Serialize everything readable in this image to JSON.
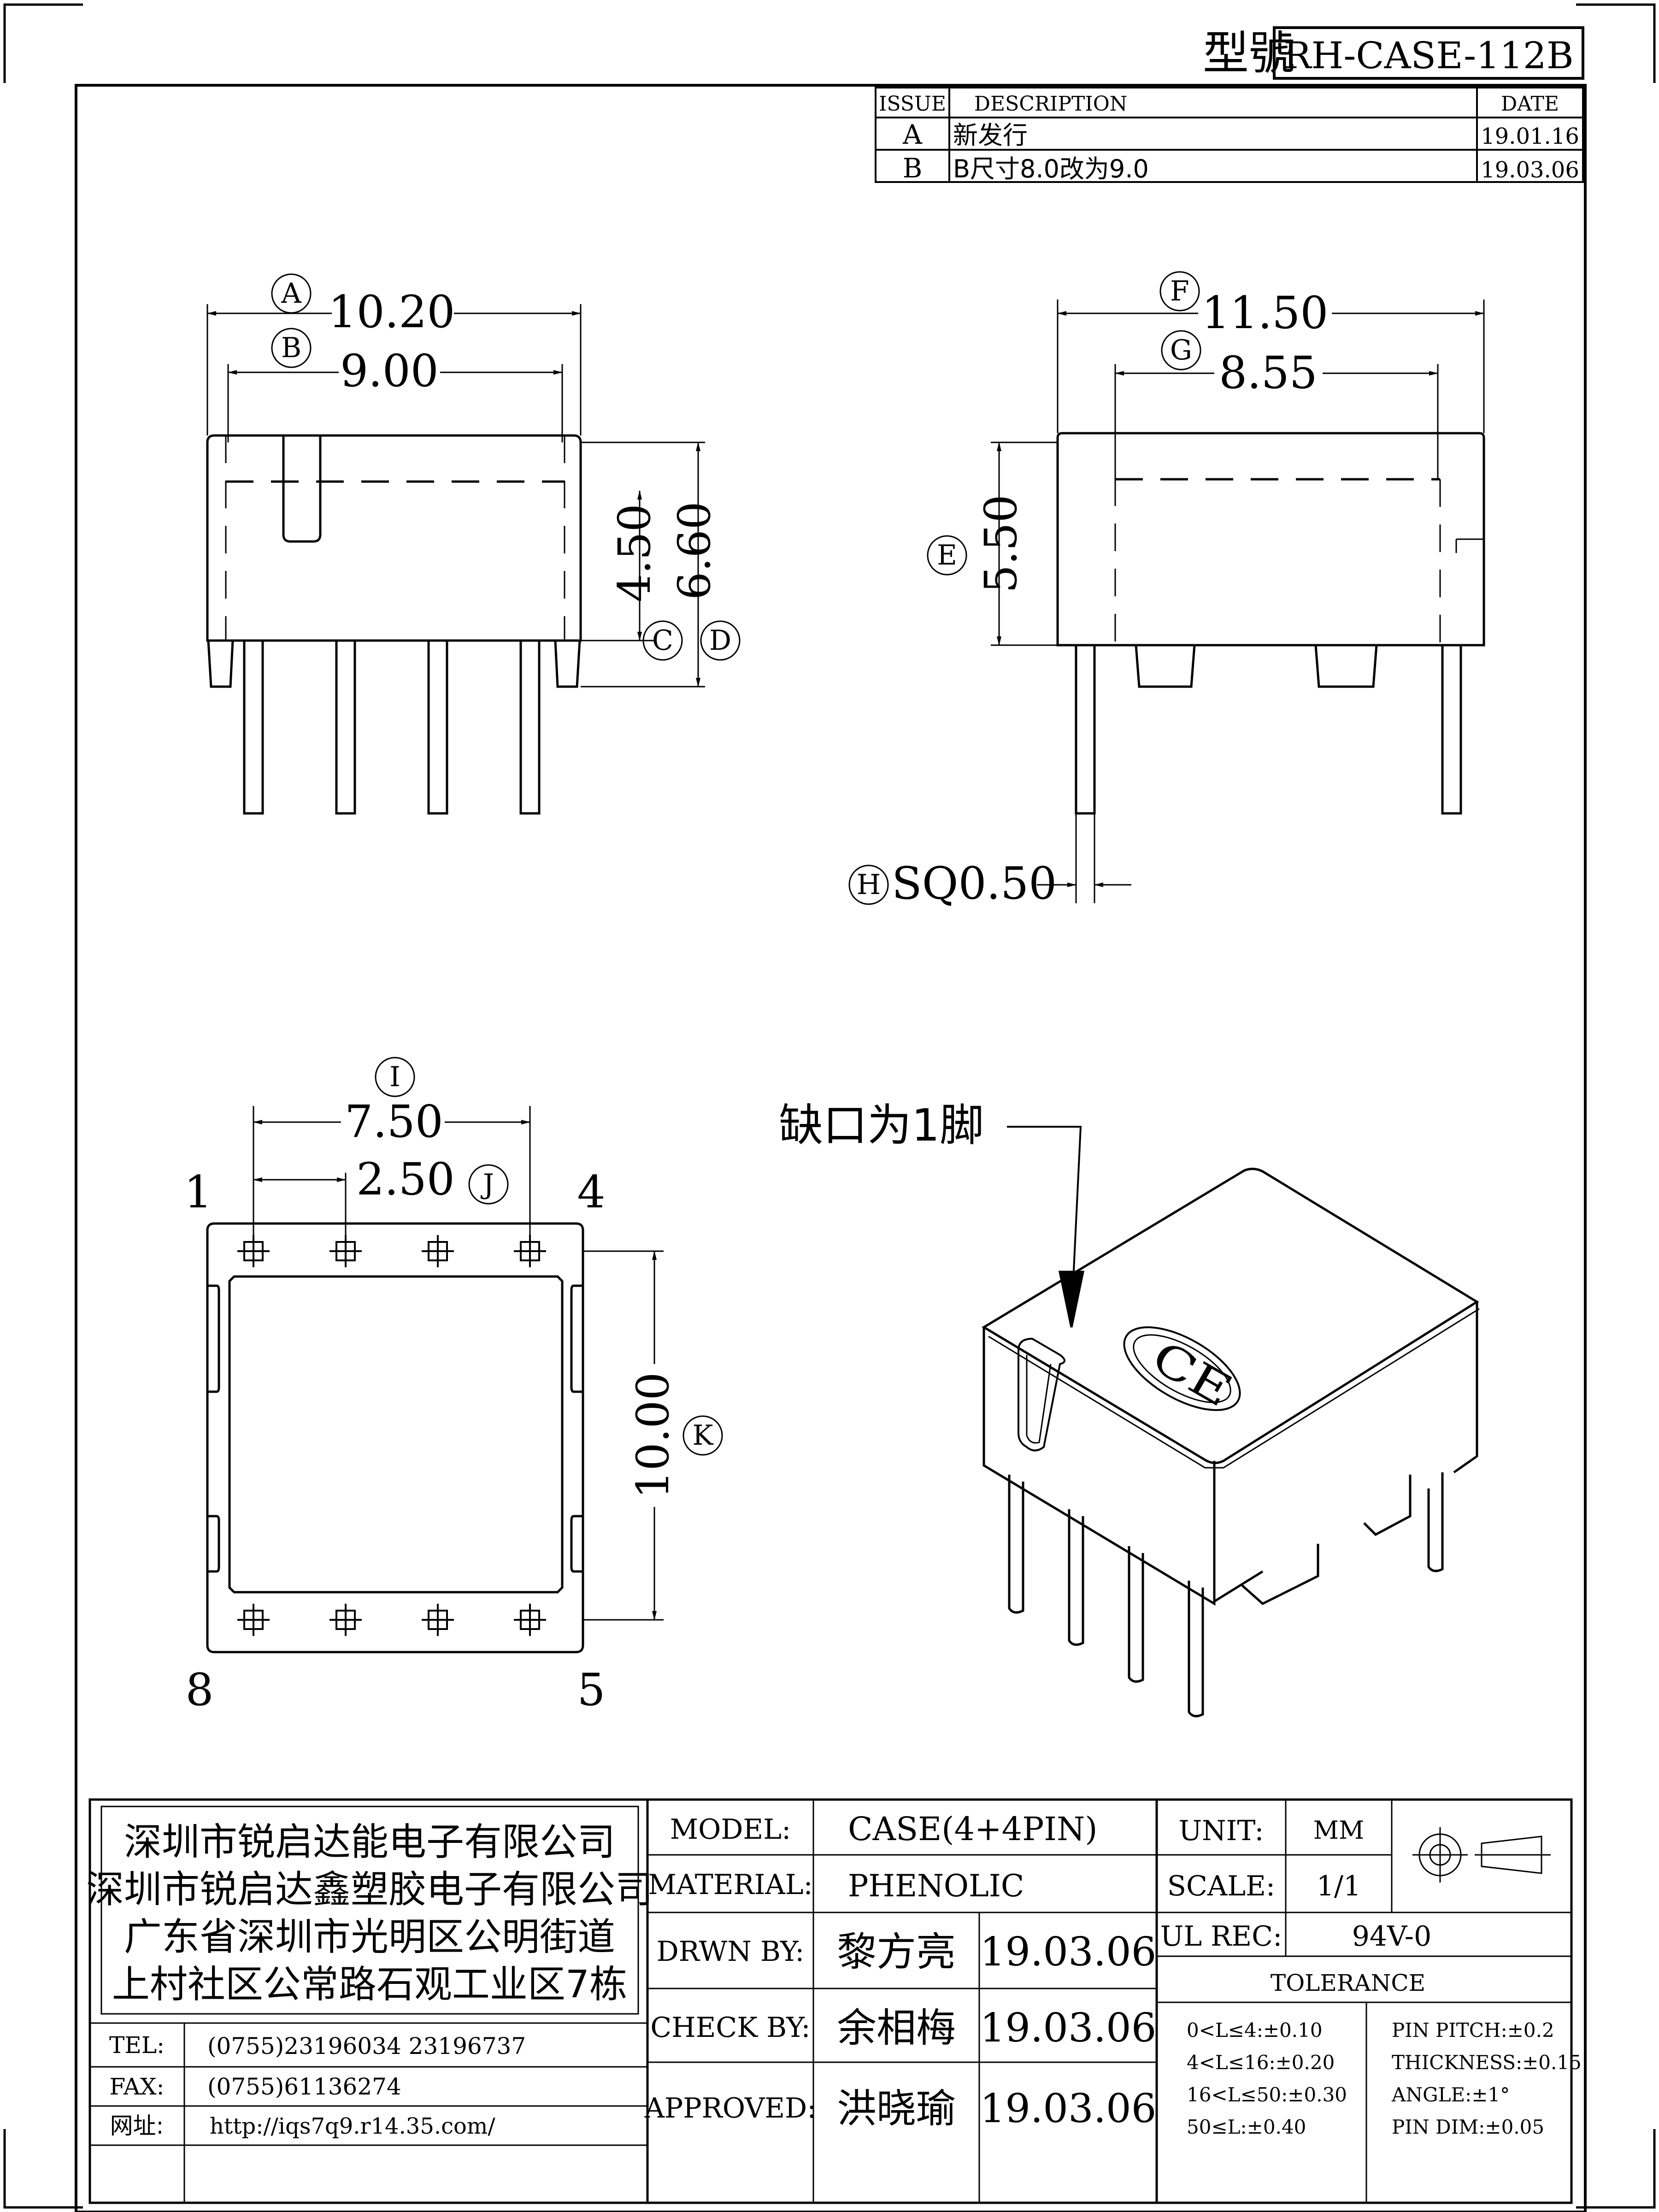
{
  "header": {
    "model_label": "型號",
    "model_value": "RH-CASE-112B"
  },
  "revision_table": {
    "headers": {
      "issue": "ISSUE",
      "description": "DESCRIPTION",
      "date": "DATE"
    },
    "rows": [
      {
        "issue": "A",
        "description": "新发行",
        "date": "19.01.16"
      },
      {
        "issue": "B",
        "description": "B尺寸8.0改为9.0",
        "date": "19.03.06"
      }
    ]
  },
  "front_view": {
    "dim_a_tag": "A",
    "dim_a": "10.20",
    "dim_b_tag": "B",
    "dim_b": "9.00",
    "dim_c": "4.50",
    "dim_c_tag": "C",
    "dim_d": "6.60",
    "dim_d_tag": "D"
  },
  "side_view": {
    "dim_f_tag": "F",
    "dim_f": "11.50",
    "dim_g_tag": "G",
    "dim_g": "8.55",
    "dim_e_tag": "E",
    "dim_e": "5.50",
    "dim_h_tag": "H",
    "dim_h": "SQ0.50"
  },
  "bottom_view": {
    "dim_i_tag": "I",
    "dim_i": "7.50",
    "dim_j": "2.50",
    "dim_j_tag": "J",
    "dim_k": "10.00",
    "dim_k_tag": "K",
    "pin_1": "1",
    "pin_4": "4",
    "pin_5": "5",
    "pin_8": "8"
  },
  "iso_view": {
    "note": "缺口为1脚",
    "logo": "CE"
  },
  "title_block": {
    "company_lines": [
      "深圳市锐启达能电子有限公司",
      "深圳市锐启达鑫塑胶电子有限公司",
      "广东省深圳市光明区公明街道",
      "上村社区公常路石观工业区7栋"
    ],
    "tel_label": "TEL:",
    "tel_value": "(0755)23196034  23196737",
    "fax_label": "FAX:",
    "fax_value": "(0755)61136274",
    "web_label": "网址:",
    "web_value": "http://iqs7q9.r14.35.com/",
    "model_label": "MODEL:",
    "model_value": "CASE(4+4PIN)",
    "material_label": "MATERIAL:",
    "material_value": "PHENOLIC",
    "drawn_label": "DRWN BY:",
    "drawn_name": "黎方亮",
    "drawn_date": "19.03.06",
    "check_label": "CHECK BY:",
    "check_name": "余相梅",
    "check_date": "19.03.06",
    "approved_label": "APPROVED:",
    "approved_name": "洪晓瑜",
    "approved_date": "19.03.06",
    "unit_label": "UNIT:",
    "unit_value": "MM",
    "scale_label": "SCALE:",
    "scale_value": "1/1",
    "ul_label": "UL REC:",
    "ul_value": "94V-0",
    "tolerance_title": "TOLERANCE",
    "tolerance_left": [
      "0<L≤4:±0.10",
      "4<L≤16:±0.20",
      "16<L≤50:±0.30",
      "50≤L:±0.40"
    ],
    "tolerance_right": [
      "PIN PITCH:±0.2",
      "THICKNESS:±0.15",
      "ANGLE:±1°",
      "PIN DIM:±0.05"
    ]
  }
}
